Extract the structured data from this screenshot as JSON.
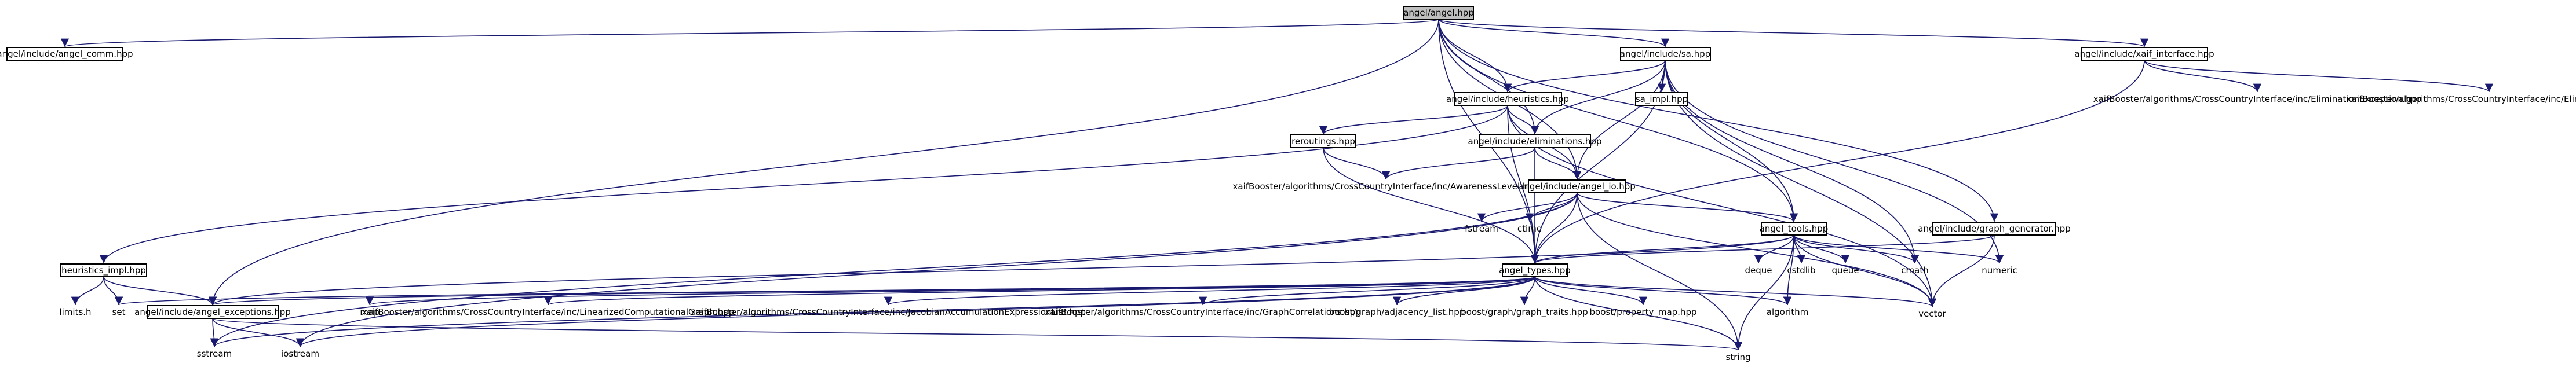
{
  "colors": {
    "edge": "#191970",
    "box_stroke": "#000000",
    "root_fill": "#bfbfbf",
    "background": "#ffffff"
  },
  "nodes": {
    "root": "angel/angel.hpp",
    "angel_comm": "angel/include/angel_comm.hpp",
    "sa": "angel/include/sa.hpp",
    "xaif_interface": "angel/include/xaif_interface.hpp",
    "heuristics": "angel/include/heuristics.hpp",
    "sa_impl": "sa_impl.hpp",
    "reroutings": "reroutings.hpp",
    "eliminations": "angel/include/eliminations.hpp",
    "elimination_exception": "xaifBooster/algorithms/CrossCountryInterface/inc/EliminationException.hpp",
    "elimination": "xaifBooster/algorithms/CrossCountryInterface/inc/Elimination.hpp",
    "awareness_level": "xaifBooster/algorithms/CrossCountryInterface/inc/AwarenessLevel.hpp",
    "angel_io": "angel/include/angel_io.hpp",
    "graph_generator": "angel/include/graph_generator.hpp",
    "fstream": "fstream",
    "ctime": "ctime",
    "angel_tools": "angel_tools.hpp",
    "heuristics_impl": "heuristics_impl.hpp",
    "angel_types": "angel_types.hpp",
    "deque": "deque",
    "cstdlib": "cstdlib",
    "queue": "queue",
    "cmath": "cmath",
    "numeric": "numeric",
    "limits_h": "limits.h",
    "set": "set",
    "angel_exceptions": "angel/include/angel_exceptions.hpp",
    "map": "map",
    "linearized_graph": "xaifBooster/algorithms/CrossCountryInterface/inc/LinearizedComputationalGraph.hpp",
    "jacobian_list": "xaifBooster/algorithms/CrossCountryInterface/inc/JacobianAccumulationExpressionList.hpp",
    "graph_correlations": "xaifBooster/algorithms/CrossCountryInterface/inc/GraphCorrelations.hpp",
    "adjacency_list": "boost/graph/adjacency_list.hpp",
    "graph_traits": "boost/graph/graph_traits.hpp",
    "property_map": "boost/property_map.hpp",
    "algorithm": "algorithm",
    "vector": "vector",
    "sstream": "sstream",
    "iostream": "iostream",
    "string": "string"
  }
}
